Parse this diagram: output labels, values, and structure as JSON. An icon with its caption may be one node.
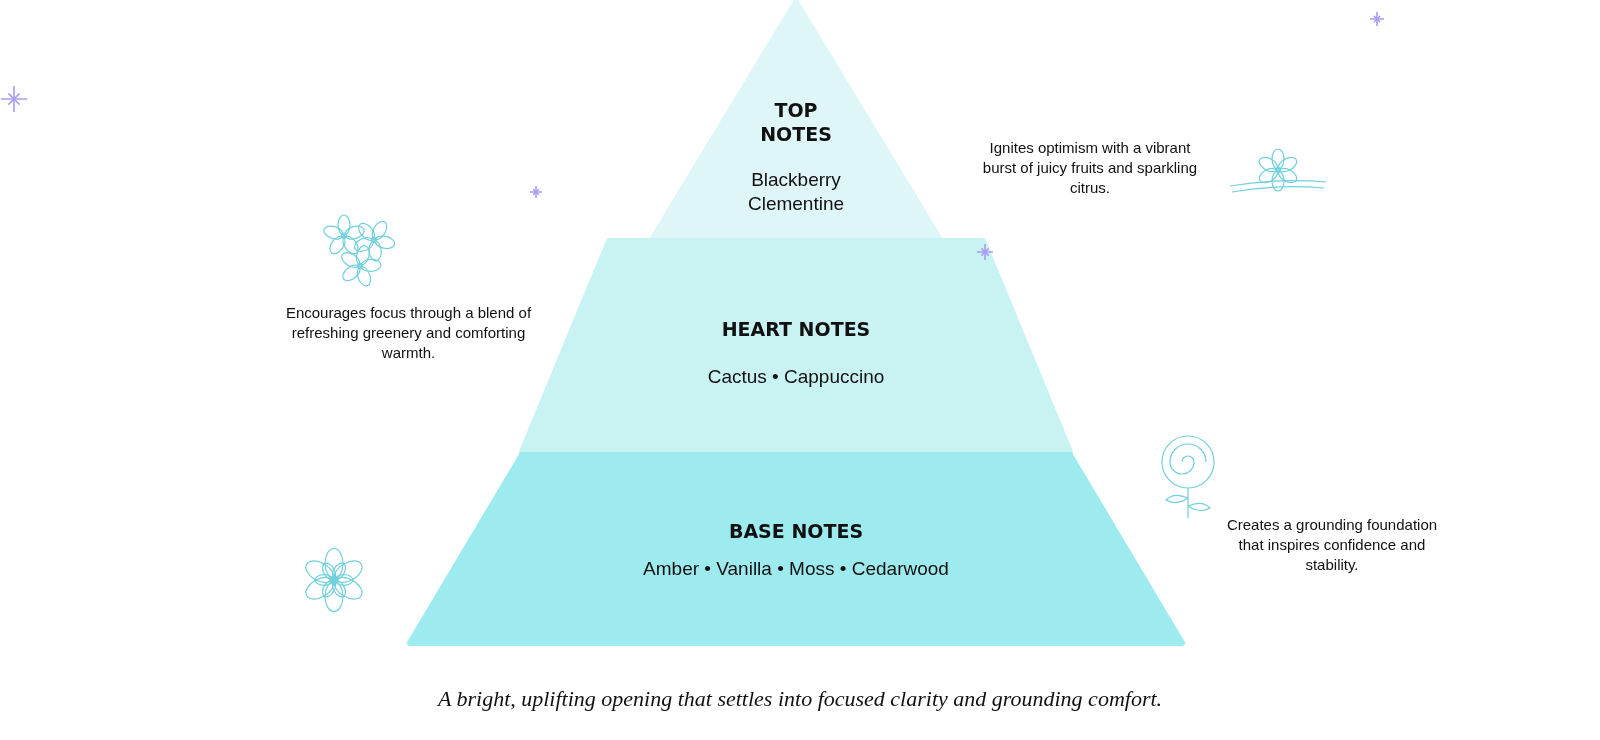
{
  "diagram": {
    "caption": "A bright, uplifting opening that settles into focused clarity and grounding comfort.",
    "nodes": [
      {
        "text": [
          "TOP NOTES",
          "Blackberry Clementine"
        ]
      },
      {
        "text": [
          "HEART NOTES",
          "Cactus • Cappuccino"
        ]
      },
      {
        "text": [
          "BASE NOTES",
          "Amber • Vanilla • Moss • Cedarwood"
        ]
      }
    ],
    "edges": [],
    "labels": [
      "Ignites optimism with a vibrant burst of juicy fruits and sparkling citrus.",
      "Encourages focus through a blend of refreshing greenery and comforting warmth.",
      "Creates a grounding foundation that inspires confidence and stability."
    ]
  }
}
